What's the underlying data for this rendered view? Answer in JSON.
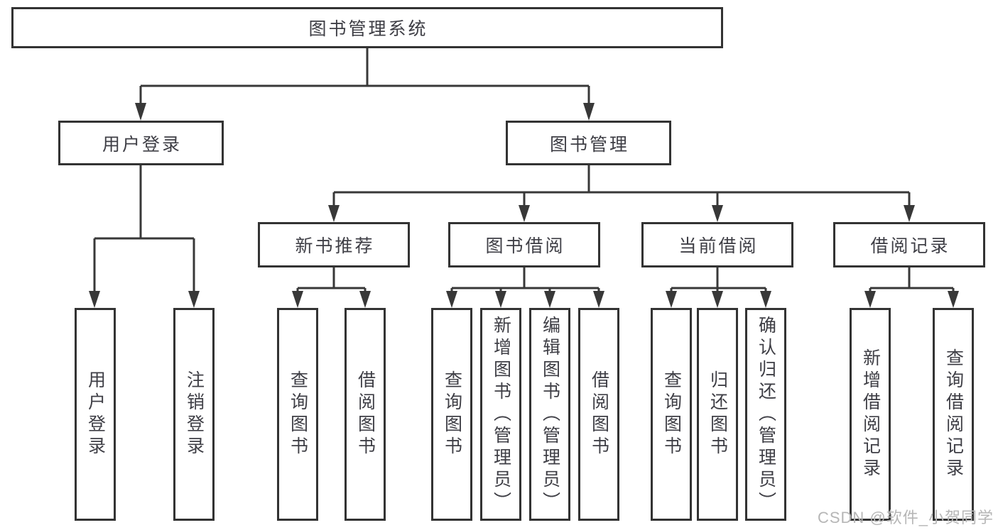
{
  "diagram": {
    "root": "图书管理系统",
    "level2": {
      "user_login": "用户登录",
      "book_management": "图书管理"
    },
    "level3": {
      "new_book_rec": "新书推荐",
      "book_borrowing": "图书借阅",
      "current_borrowing": "当前借阅",
      "borrowing_records": "借阅记录"
    },
    "leaves": {
      "user_login": [
        "用户登录",
        "注销登录"
      ],
      "new_book_rec": [
        "查询图书",
        "借阅图书"
      ],
      "book_borrowing": [
        "查询图书",
        "新增图书（管理员）",
        "编辑图书（管理员）",
        "借阅图书"
      ],
      "current_borrowing": [
        "查询图书",
        "归还图书",
        "确认归还（管理员）"
      ],
      "borrowing_records": [
        "新增借阅记录",
        "查询借阅记录"
      ]
    }
  },
  "watermark": "CSDN @软件_小贺同学",
  "colors": {
    "line": "#383838",
    "box_border": "#333333",
    "text": "#3e3e45",
    "watermark": "#b6b6b6",
    "background": "#ffffff"
  }
}
